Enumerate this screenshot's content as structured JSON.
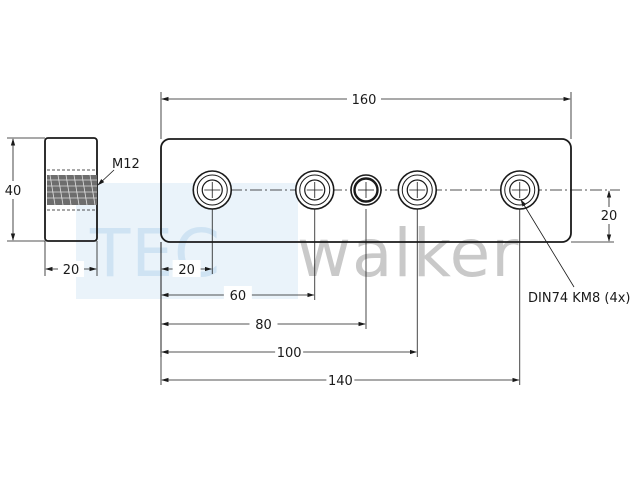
{
  "watermark": {
    "left_text": "TEC",
    "right_text": "walker",
    "left_color": "#cfe3f3",
    "right_color": "#c9c9c9"
  },
  "side_view": {
    "height_label": "40",
    "width_label": "20",
    "thread_label": "M12"
  },
  "front_view": {
    "overall_length_label": "160",
    "hole_height_label": "20",
    "hole_positions": [
      {
        "label": "20",
        "style": "countersink"
      },
      {
        "label": "60",
        "style": "countersink"
      },
      {
        "label": "80",
        "style": "threaded"
      },
      {
        "label": "100",
        "style": "countersink"
      },
      {
        "label": "140",
        "style": "countersink"
      }
    ],
    "callout": "DIN74 KM8 (4x)"
  }
}
